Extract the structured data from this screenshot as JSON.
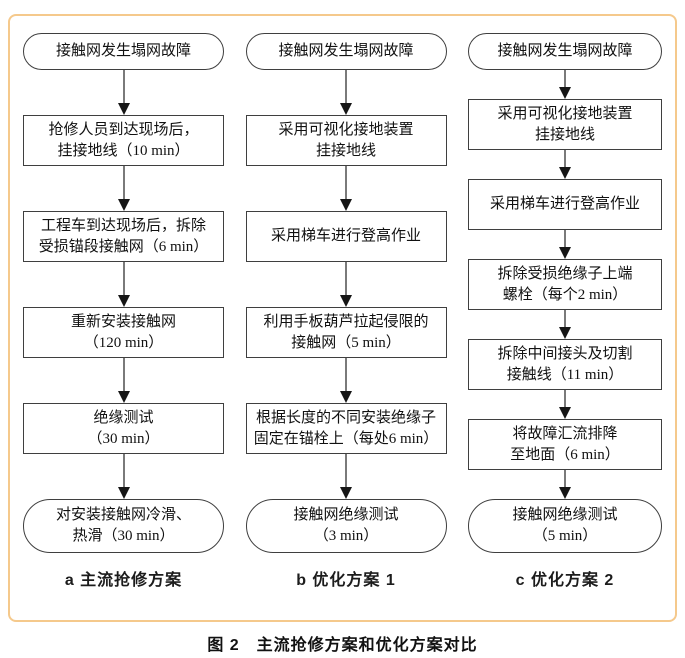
{
  "caption": "图 2　主流抢修方案和优化方案对比",
  "colors": {
    "panel_border": "#f5c98c",
    "box_border": "#3f3f3f",
    "arrow_stem": "#7a7a7a",
    "arrow_head": "#161616",
    "text": "#111111",
    "background": "#ffffff"
  },
  "columns": [
    {
      "label": "a 主流抢修方案",
      "nodes": [
        {
          "type": "stadium",
          "lines": [
            "接触网发生塌网故障"
          ]
        },
        {
          "type": "rect",
          "lines": [
            "抢修人员到达现场后，",
            "挂接地线（10 min）"
          ]
        },
        {
          "type": "rect",
          "lines": [
            "工程车到达现场后，拆除",
            "受损锚段接触网（6 min）"
          ]
        },
        {
          "type": "rect",
          "lines": [
            "重新安装接触网",
            "（120 min）"
          ]
        },
        {
          "type": "rect",
          "lines": [
            "绝缘测试",
            "（30 min）"
          ]
        },
        {
          "type": "stadium",
          "lines": [
            "对安装接触网冷滑、",
            "热滑（30 min）"
          ]
        }
      ]
    },
    {
      "label": "b 优化方案 1",
      "nodes": [
        {
          "type": "stadium",
          "lines": [
            "接触网发生塌网故障"
          ]
        },
        {
          "type": "rect",
          "lines": [
            "采用可视化接地装置",
            "挂接地线"
          ]
        },
        {
          "type": "rect",
          "lines": [
            "采用梯车进行登高作业"
          ]
        },
        {
          "type": "rect",
          "lines": [
            "利用手板葫芦拉起侵限的",
            "接触网（5 min）"
          ]
        },
        {
          "type": "rect",
          "lines": [
            "根据长度的不同安装绝缘子",
            "固定在锚栓上（每处6 min）"
          ]
        },
        {
          "type": "stadium",
          "lines": [
            "接触网绝缘测试",
            "（3 min）"
          ]
        }
      ]
    },
    {
      "label": "c 优化方案 2",
      "nodes": [
        {
          "type": "stadium",
          "lines": [
            "接触网发生塌网故障"
          ]
        },
        {
          "type": "rect",
          "lines": [
            "采用可视化接地装置",
            "挂接地线"
          ]
        },
        {
          "type": "rect",
          "lines": [
            "采用梯车进行登高作业"
          ]
        },
        {
          "type": "rect",
          "lines": [
            "拆除受损绝缘子上端",
            "螺栓（每个2 min）"
          ]
        },
        {
          "type": "rect",
          "lines": [
            "拆除中间接头及切割",
            "接触线（11 min）"
          ]
        },
        {
          "type": "rect",
          "lines": [
            "将故障汇流排降",
            "至地面（6 min）"
          ]
        },
        {
          "type": "stadium",
          "lines": [
            "接触网绝缘测试",
            "（5 min）"
          ]
        }
      ]
    }
  ]
}
